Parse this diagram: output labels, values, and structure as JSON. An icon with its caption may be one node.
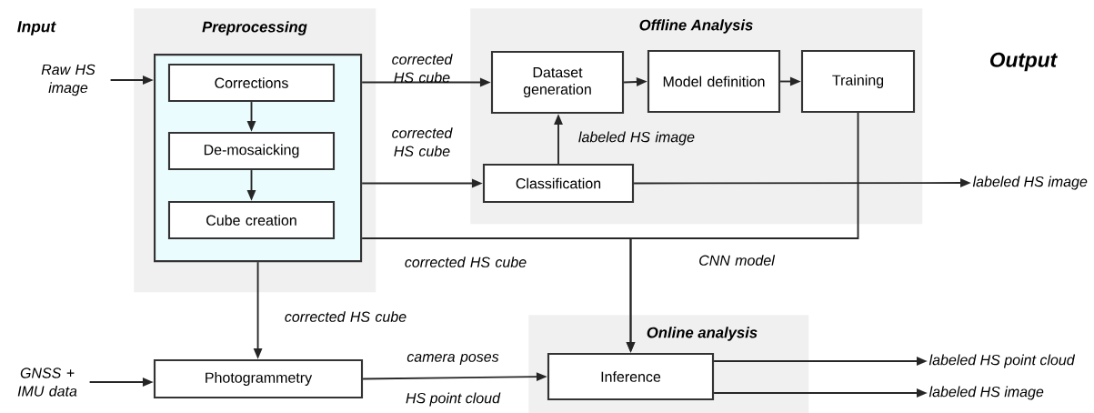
{
  "diagram": {
    "nodes": [
      {
        "text": [
          "Preprocessing"
        ]
      },
      {
        "text": [],
        "shape": "box",
        "in": 0
      },
      {
        "text": [
          "Corrections"
        ],
        "in": 1
      },
      {
        "text": [
          "De-mosaicking"
        ],
        "in": 1
      },
      {
        "text": [
          "Cube creation"
        ],
        "in": 1
      },
      {
        "text": [
          "Offline Analysis"
        ]
      },
      {
        "text": [
          "Dataset generation"
        ],
        "in": 5
      },
      {
        "text": [
          "Model definition"
        ],
        "in": 5
      },
      {
        "text": [
          "Training"
        ],
        "in": 5
      },
      {
        "text": [
          "Classification"
        ],
        "in": 5
      },
      {
        "text": [
          "Online analysis"
        ]
      },
      {
        "text": [
          "Inference"
        ],
        "in": 10
      },
      {
        "text": [
          "Photogrammetry"
        ]
      },
      {
        "text": [
          "Raw HS image"
        ]
      },
      {
        "text": [
          "GNSS + IMU data"
        ]
      },
      {
        "text": [
          "labeled HS image"
        ]
      },
      {
        "text": [
          "labeled HS point cloud"
        ]
      },
      {
        "text": [
          "labeled HS image"
        ]
      }
    ],
    "edges": [
      {
        "from": 13,
        "to": 1,
        "arrow": "to"
      },
      {
        "from": 2,
        "to": 3,
        "arrow": "to"
      },
      {
        "from": 3,
        "to": 4,
        "arrow": "to"
      },
      {
        "from": 1,
        "to": 6,
        "arrow": "to",
        "label": "corrected HS cube"
      },
      {
        "from": 1,
        "to": 9,
        "arrow": "to",
        "label": "corrected HS cube"
      },
      {
        "from": 9,
        "to": 6,
        "arrow": "to",
        "label": "labeled HS image"
      },
      {
        "from": 6,
        "to": 7,
        "arrow": "to"
      },
      {
        "from": 7,
        "to": 8,
        "arrow": "to"
      },
      {
        "from": 9,
        "to": 15,
        "arrow": "to"
      },
      {
        "from": 1,
        "to": 11,
        "arrow": "to",
        "label": "corrected HS cube"
      },
      {
        "from": 8,
        "to": 11,
        "arrow": "to",
        "label": "CNN model"
      },
      {
        "from": 1,
        "to": 12,
        "arrow": "to",
        "label": "corrected HS cube"
      },
      {
        "from": 14,
        "to": 12,
        "arrow": "to"
      },
      {
        "from": 12,
        "to": 11,
        "arrow": "to",
        "label": "camera poses"
      },
      {
        "from": 11,
        "to": 16,
        "arrow": "to"
      },
      {
        "from": 11,
        "to": 17,
        "arrow": "to"
      }
    ],
    "labels": [
      "Input",
      "Output",
      "HS point cloud"
    ]
  }
}
